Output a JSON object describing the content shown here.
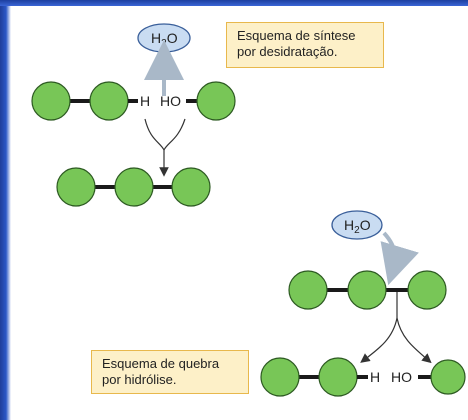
{
  "synthesis": {
    "caption_line1": "Esquema de síntese",
    "caption_line2": "por desidratação.",
    "water_label_main": "H",
    "water_label_sub": "2",
    "water_label_end": "O",
    "h_label": "H",
    "ho_label": "HO"
  },
  "hydrolysis": {
    "caption_line1": "Esquema de quebra",
    "caption_line2": "por hidrólise.",
    "water_label_main": "H",
    "water_label_sub": "2",
    "water_label_end": "O",
    "h_label": "H",
    "ho_label": "HO"
  },
  "colors": {
    "monomer_fill": "#78c657",
    "monomer_stroke": "#2d5a22",
    "bond": "#1a1a1a",
    "water_fill": "#c9dcf2",
    "water_stroke": "#3a5f9a",
    "caption_fill": "#fdf0c8",
    "caption_border": "#e8b84c",
    "arrow": "#333333",
    "arrow_light": "#a9b8c8"
  }
}
